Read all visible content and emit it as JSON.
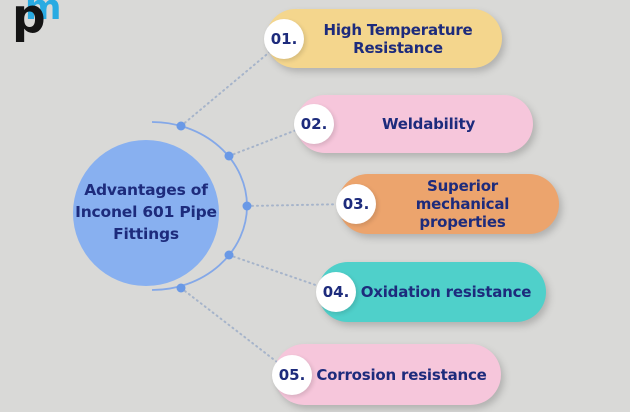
{
  "background_color": "#d9d9d7",
  "logo": {
    "letter_m": "m",
    "letter_p": "p",
    "m_color": "#29abe2",
    "p_color": "#141414"
  },
  "center": {
    "line1": "Advantages of",
    "line2": "Inconel 601 Pipe",
    "line3": "Fittings",
    "fill": "#88b0f0",
    "text_color": "#1d2b7c"
  },
  "items": [
    {
      "number": "01.",
      "label": "High Temperature Resistance",
      "fill": "#f4d68d"
    },
    {
      "number": "02.",
      "label": "Weldability",
      "fill": "#f6c6db"
    },
    {
      "number": "03.",
      "label": "Superior mechanical properties",
      "fill": "#eca46d"
    },
    {
      "number": "04.",
      "label": "Oxidation resistance",
      "fill": "#4fd0ca"
    },
    {
      "number": "05.",
      "label": "Corrosion resistance",
      "fill": "#f6c6db"
    }
  ],
  "text_color": "#1d2b7c",
  "connectors": {
    "arc_color": "#84a8e8",
    "node_color": "#6a99e6",
    "dotted_color": "#a6b4ca"
  }
}
